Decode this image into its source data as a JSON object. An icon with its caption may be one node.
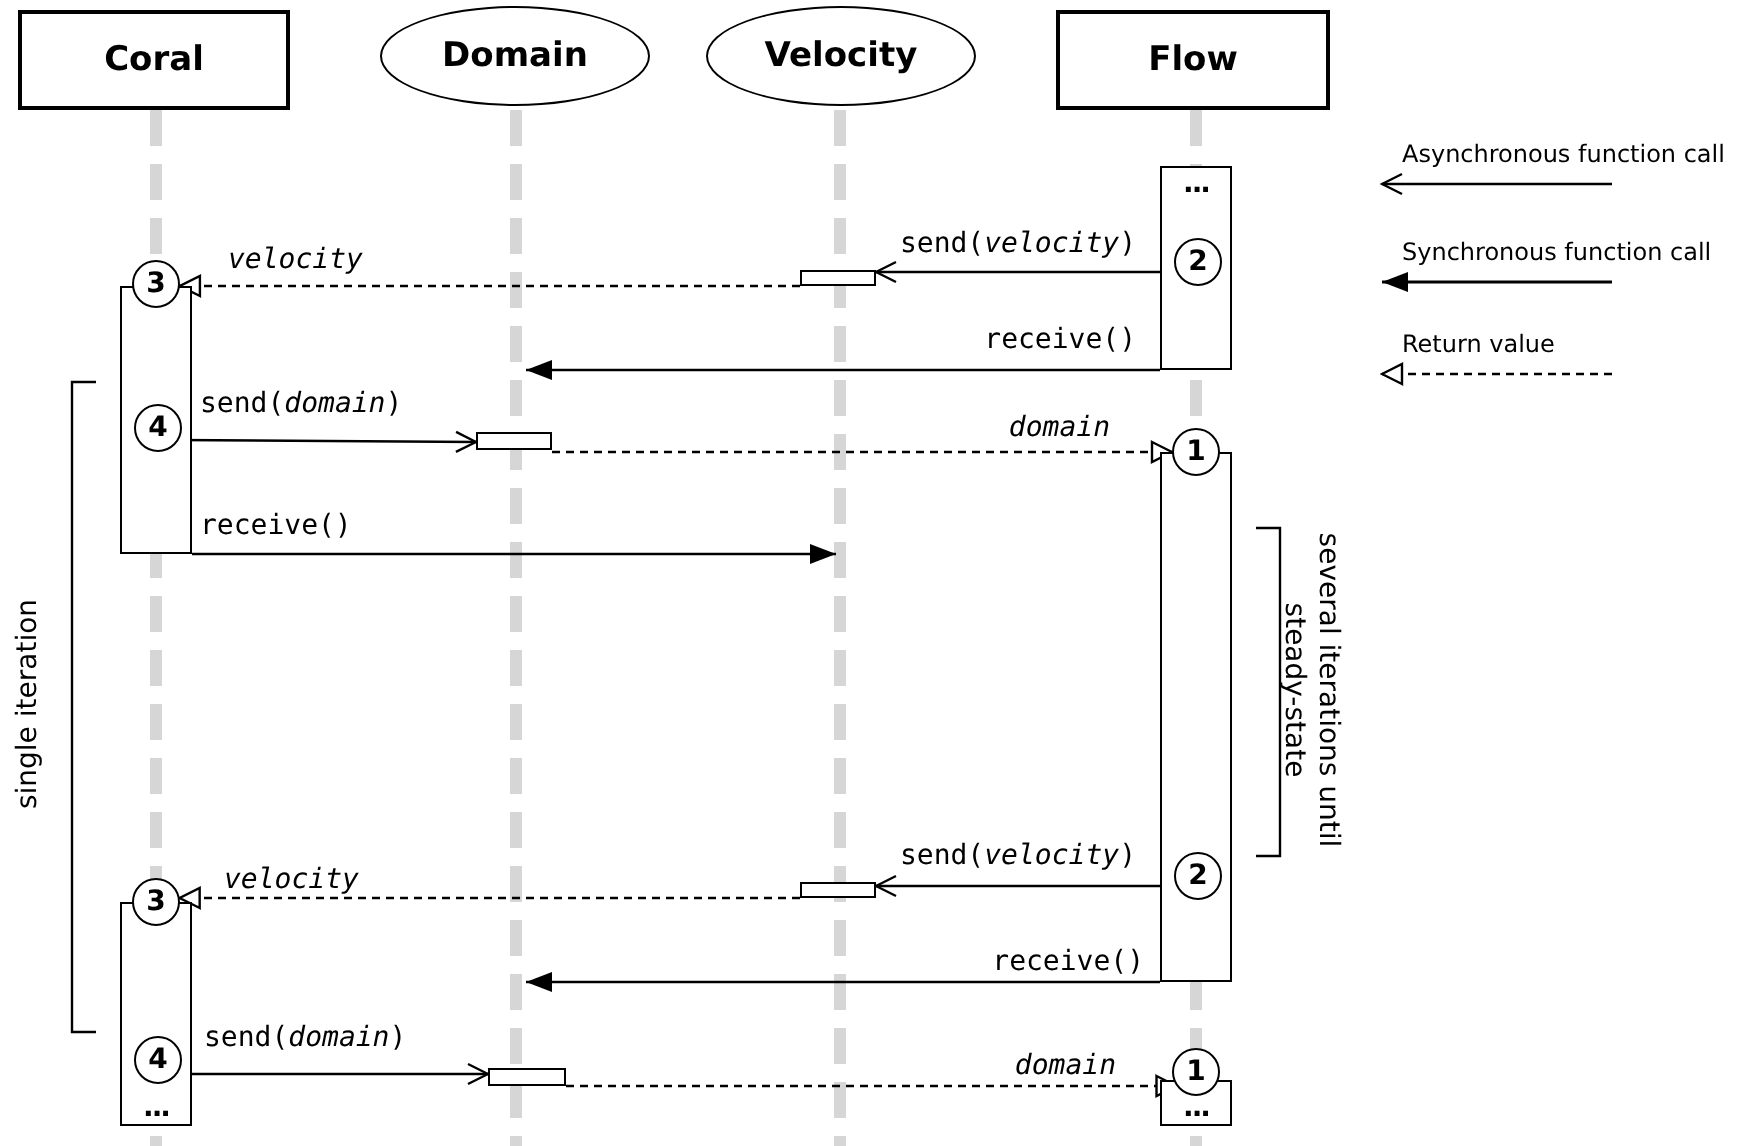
{
  "diagram": {
    "nodes": [
      {
        "text": [
          "Coral"
        ]
      },
      {
        "text": [
          "Domain"
        ]
      },
      {
        "text": [
          "Velocity"
        ]
      },
      {
        "text": [
          "Flow"
        ]
      },
      {
        "text": [
          "..."
        ]
      },
      {
        "text": [
          "2"
        ],
        "in": 4
      },
      {
        "text": [],
        "shape": "bar"
      },
      {
        "text": [],
        "shape": "bar"
      },
      {
        "text": [
          "3"
        ]
      },
      {
        "text": [
          "4"
        ],
        "in": 7
      },
      {
        "text": [],
        "shape": "bar"
      },
      {
        "text": [
          "1"
        ]
      },
      {
        "text": [],
        "shape": "bar"
      },
      {
        "text": [
          "2"
        ],
        "in": 12
      },
      {
        "text": [],
        "shape": "bar"
      },
      {
        "text": [
          "3"
        ]
      },
      {
        "text": [
          "..."
        ]
      },
      {
        "text": [
          "4"
        ],
        "in": 16
      },
      {
        "text": [],
        "shape": "bar"
      },
      {
        "text": [
          "1"
        ]
      },
      {
        "text": [
          "..."
        ]
      }
    ],
    "edges": [
      {
        "from": 5,
        "to": 6,
        "arrow": "to",
        "label": "send(*velocity*)"
      },
      {
        "from": 6,
        "to": 8,
        "arrow": "to",
        "label": "*velocity*",
        "style": "dashed"
      },
      {
        "from": 4,
        "to": null,
        "arrow": "to",
        "label": "receive()"
      },
      {
        "from": 9,
        "to": 10,
        "arrow": "to",
        "label": "send(*domain*)"
      },
      {
        "from": 10,
        "to": 11,
        "arrow": "to",
        "label": "*domain*",
        "style": "dashed"
      },
      {
        "from": 7,
        "to": null,
        "arrow": "to",
        "label": "receive()"
      },
      {
        "from": 13,
        "to": 14,
        "arrow": "to",
        "label": "send(*velocity*)"
      },
      {
        "from": 14,
        "to": 15,
        "arrow": "to",
        "label": "*velocity*",
        "style": "dashed"
      },
      {
        "from": 12,
        "to": null,
        "arrow": "to",
        "label": "receive()"
      },
      {
        "from": 17,
        "to": 18,
        "arrow": "to",
        "label": "send(*domain*)"
      },
      {
        "from": 18,
        "to": 19,
        "arrow": "to",
        "label": "*domain*",
        "style": "dashed"
      }
    ],
    "labels": [
      "single iteration",
      "several iterations until steady-state"
    ],
    "legend": [
      {
        "text": "Asynchronous function call"
      },
      {
        "text": "Synchronous function call"
      },
      {
        "text": "Return value"
      }
    ]
  }
}
